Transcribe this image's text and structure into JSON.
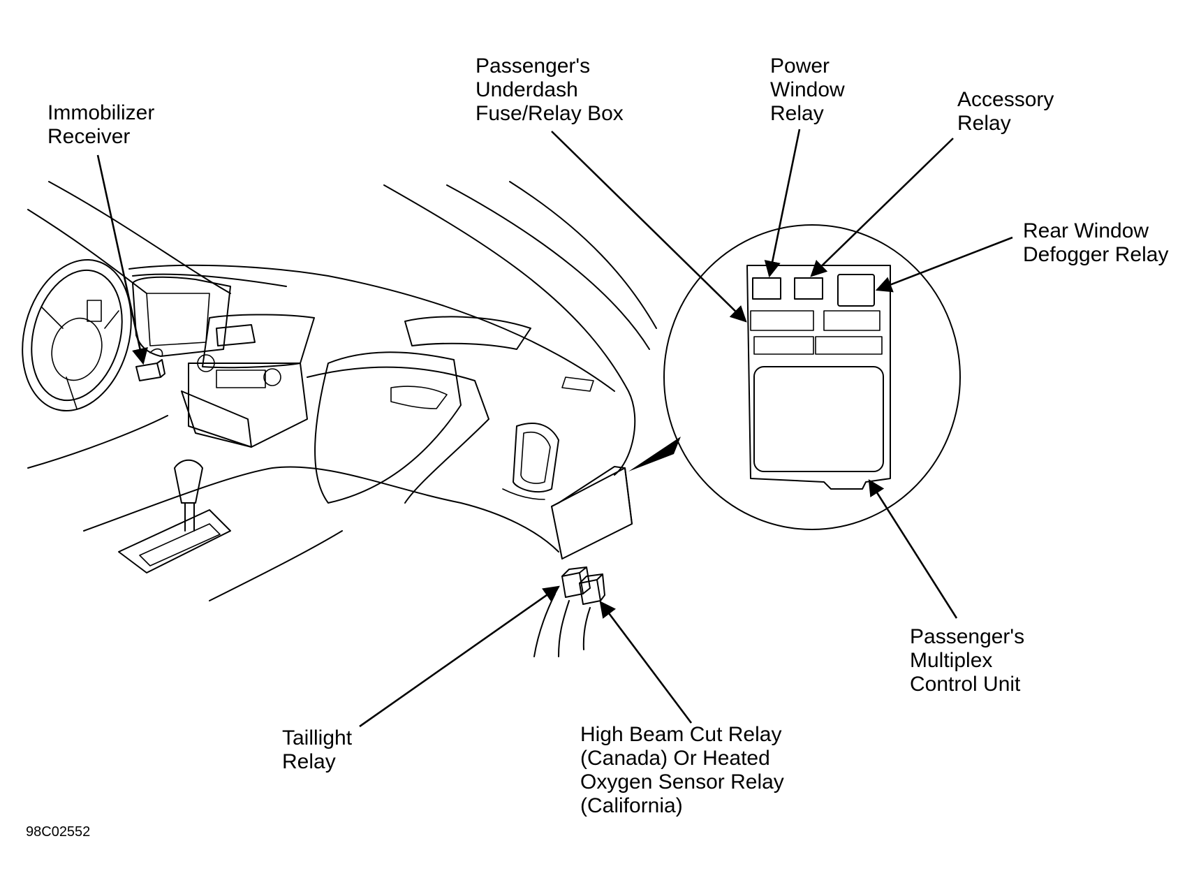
{
  "labels": {
    "immobilizer_receiver": "Immobilizer\nReceiver",
    "passenger_fuse_box": "Passenger's\nUnderdash\nFuse/Relay Box",
    "power_window_relay": "Power\nWindow\nRelay",
    "accessory_relay": "Accessory\nRelay",
    "rear_window_defogger_relay": "Rear Window\nDefogger Relay",
    "passenger_multiplex_unit": "Passenger's\nMultiplex\nControl Unit",
    "taillight_relay": "Taillight\nRelay",
    "high_beam_cut_relay": "High Beam Cut Relay\n(Canada) Or Heated\nOxygen Sensor Relay\n(California)"
  },
  "figure_id": "98C02552"
}
